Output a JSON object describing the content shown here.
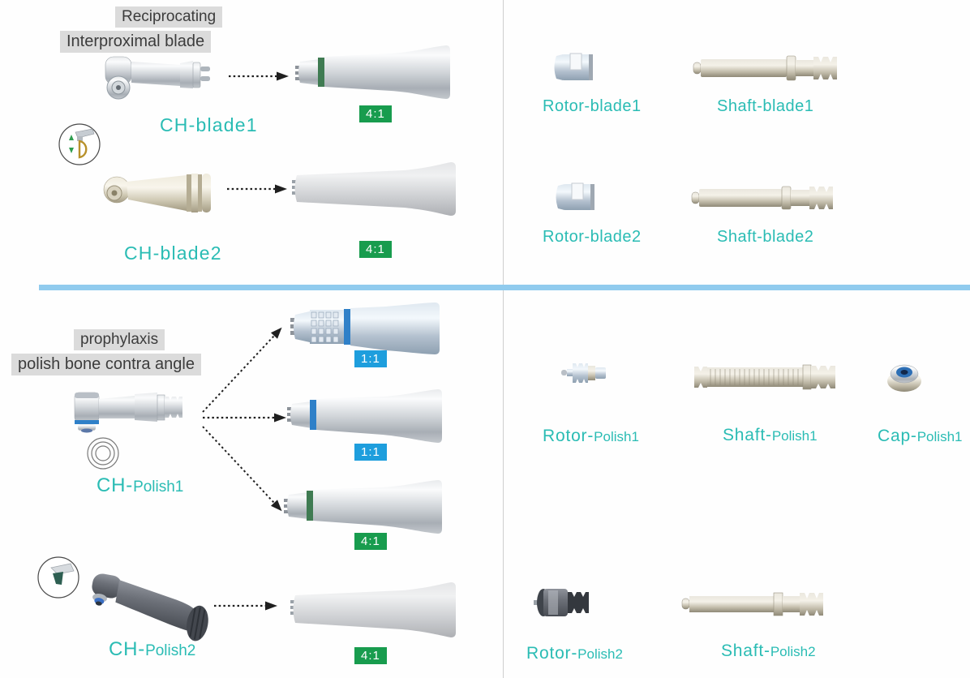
{
  "colors": {
    "teal_label": "#2ABCB4",
    "green_badge": "#189C4E",
    "blue_badge": "#1E9EDD",
    "tag_bg": "#DBDBDB",
    "tag_text": "#3C3C3C",
    "divider_blue": "#90CBEE"
  },
  "icons": {
    "blade_inset": "reciprocating-blade-inset-icon",
    "rings": "concentric-rings-icon",
    "prophy_inset": "prophy-cup-inset-icon",
    "arrows": "dashed-arrow-icon"
  },
  "blade_section": {
    "tag_line1": "Reciprocating",
    "tag_line2": "Interproximal blade",
    "ch1_label": "CH-blade1",
    "ch1_ratio": "4:1",
    "rotor1_label": "Rotor-blade1",
    "shaft1_label": "Shaft-blade1",
    "ch2_label": "CH-blade2",
    "ch2_ratio": "4:1",
    "rotor2_label": "Rotor-blade2",
    "shaft2_label": "Shaft-blade2"
  },
  "polish_section": {
    "tag_line1": "prophylaxis",
    "tag_line2": "polish bone contra angle",
    "ch1_prefix": "CH-",
    "ch1_suffix": "Polish1",
    "body1_ratio": "1:1",
    "body2_ratio": "1:1",
    "body3_ratio": "4:1",
    "rotor1_prefix": "Rotor-",
    "rotor1_suffix": "Polish1",
    "shaft1_prefix": "Shaft-",
    "shaft1_suffix": "Polish1",
    "cap1_prefix": "Cap-",
    "cap1_suffix": "Polish1",
    "ch2_prefix": "CH-",
    "ch2_suffix": "Polish2",
    "ch2_ratio": "4:1",
    "rotor2_prefix": "Rotor-",
    "rotor2_suffix": "Polish2",
    "shaft2_prefix": "Shaft-",
    "shaft2_suffix": "Polish2"
  }
}
